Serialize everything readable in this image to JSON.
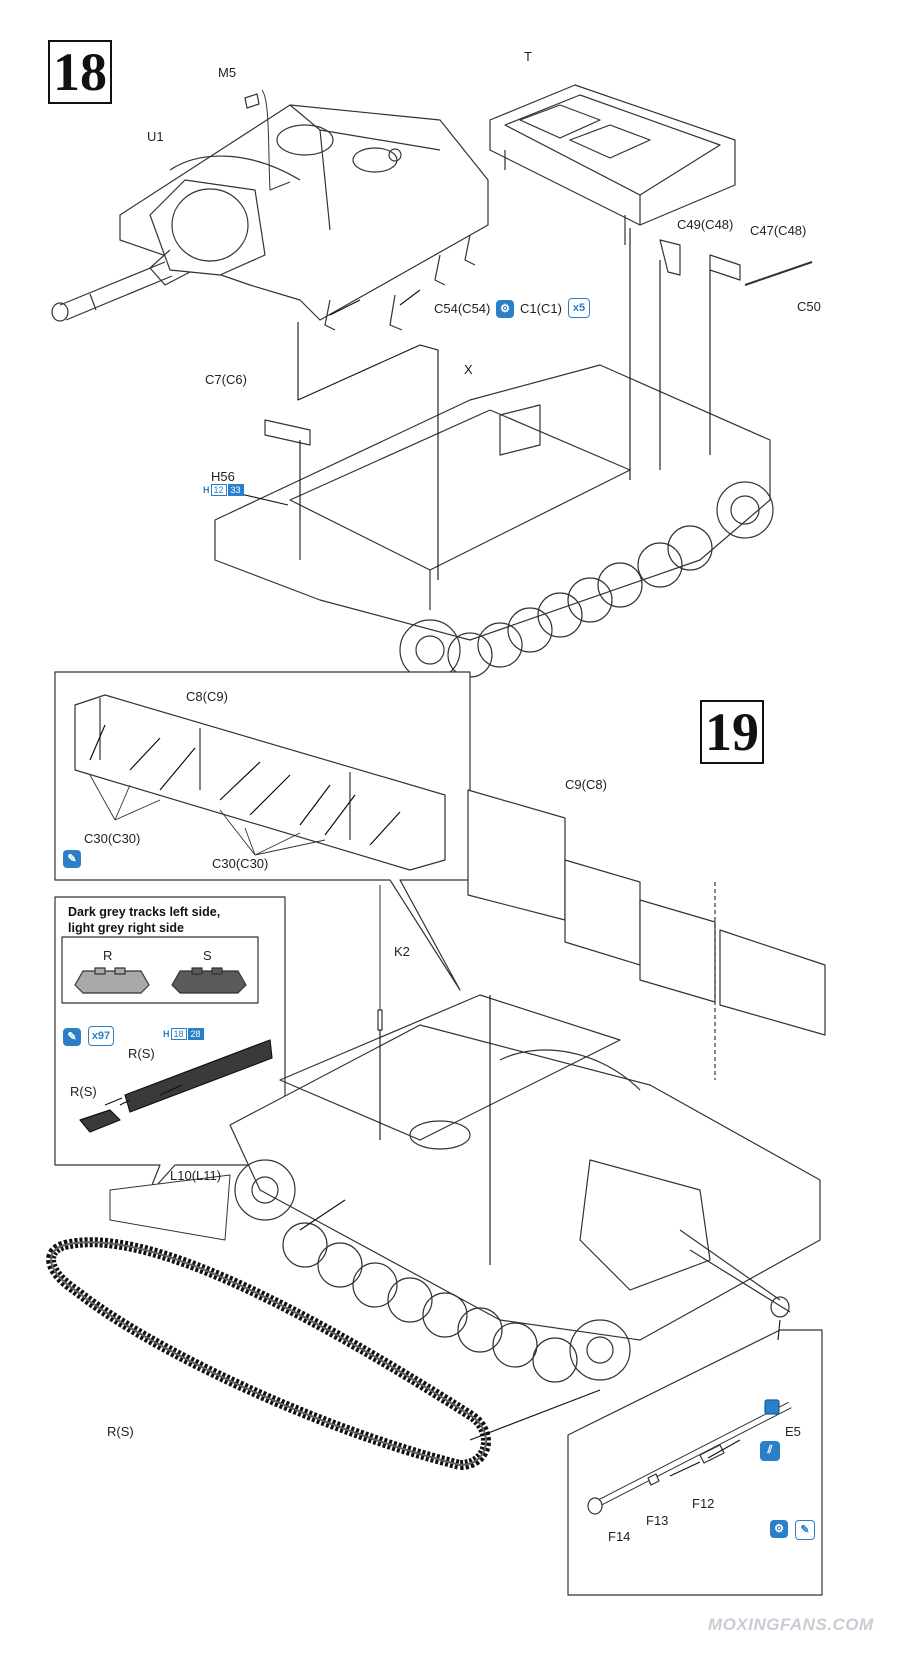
{
  "steps": {
    "s18": "18",
    "s19": "19"
  },
  "parts": {
    "m5": "M5",
    "u1": "U1",
    "t": "T",
    "c49": "C49(C48)",
    "c47": "C47(C48)",
    "c50": "C50",
    "c54": "C54(C54)",
    "c1": "C1(C1)",
    "c7": "C7(C6)",
    "x": "X",
    "h56": "H56",
    "c8": "C8(C9)",
    "c30a": "C30(C30)",
    "c30b": "C30(C30)",
    "c9": "C9(C8)",
    "k2": "K2",
    "r_tag": "R",
    "s_tag": "S",
    "rs1": "R(S)",
    "rs2": "R(S)",
    "rs3": "R(S)",
    "l10": "L10(L11)",
    "e5": "E5",
    "f12": "F12",
    "f13": "F13",
    "f14": "F14"
  },
  "badges": {
    "x5": "x5",
    "x97": "x97"
  },
  "sprue_refs": {
    "h56_prefix": "H",
    "h56_a": "12",
    "h56_b": "33",
    "track_prefix": "H",
    "track_a": "18",
    "track_b": "28"
  },
  "track_note": {
    "line1": "Dark grey tracks left side,",
    "line2": "light grey right side"
  },
  "watermark": "MOXINGFANS.COM",
  "colors": {
    "accent": "#2b7fc8",
    "ink": "#222222",
    "dark_track": "#5a5a5a",
    "light_track": "#a9a9a9"
  },
  "icons": [
    "paint-icon",
    "glue-icon",
    "cement-icon",
    "gear-icon"
  ]
}
